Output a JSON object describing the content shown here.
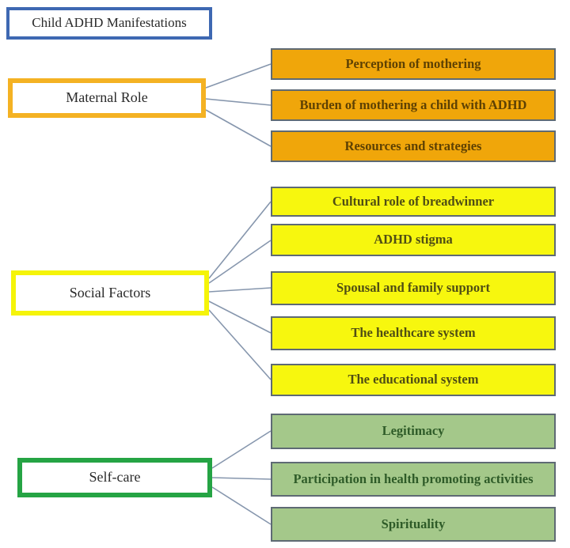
{
  "title": {
    "label": "Child ADHD Manifestations"
  },
  "groups": [
    {
      "id": "maternal-role",
      "label": "Maternal Role",
      "border_color": "#F4B223",
      "child_fill": "#F0A60A",
      "child_text_color": "#5E4103",
      "children": [
        "Perception of mothering",
        "Burden of mothering a child with ADHD",
        "Resources and strategies"
      ]
    },
    {
      "id": "social-factors",
      "label": "Social Factors",
      "border_color": "#F5F409",
      "child_fill": "#F7F70E",
      "child_text_color": "#504E14",
      "children": [
        "Cultural role of breadwinner",
        "ADHD stigma",
        "Spousal and family support",
        "The healthcare system",
        "The educational system"
      ]
    },
    {
      "id": "self-care",
      "label": "Self-care",
      "border_color": "#25A444",
      "child_fill": "#A4C88A",
      "child_text_color": "#2E5B28",
      "children": [
        "Legitimacy",
        "Participation in health promoting activities",
        "Spirituality"
      ]
    }
  ],
  "colors": {
    "title_border": "#3E68B2",
    "child_box_border": "#5E6A74",
    "connector_line": "#8696AD",
    "background": "#FFFFFF"
  }
}
